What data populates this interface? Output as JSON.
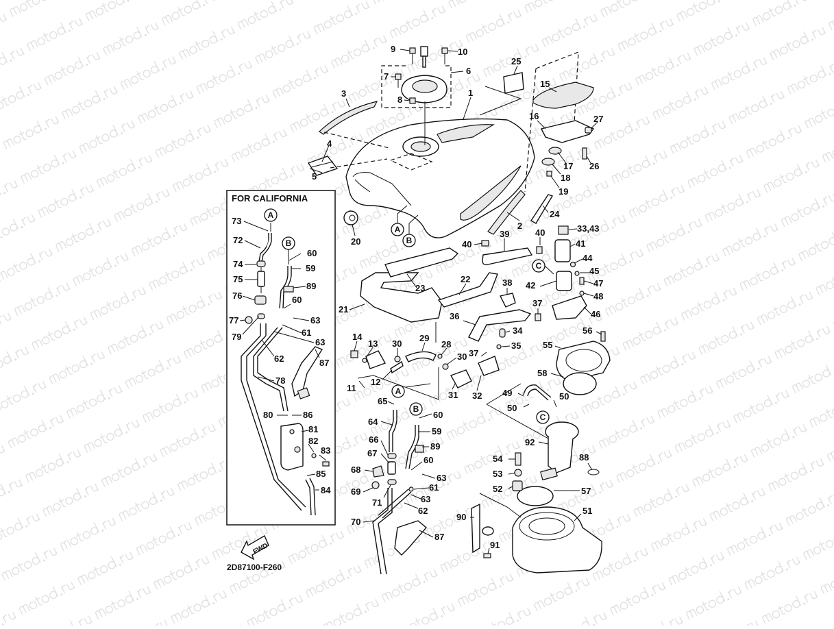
{
  "watermark": "motod.ru",
  "inset": {
    "title": "FOR CALIFORNIA",
    "callouts": [
      "73",
      "72",
      "74",
      "75",
      "76",
      "77",
      "79",
      "60",
      "59",
      "89",
      "60",
      "63",
      "61",
      "63",
      "62",
      "87",
      "78",
      "80",
      "86",
      "81",
      "82",
      "83",
      "85",
      "84"
    ],
    "refs": [
      "A",
      "B"
    ]
  },
  "main": {
    "callouts": [
      "9",
      "10",
      "6",
      "7",
      "8",
      "3",
      "1",
      "25",
      "15",
      "16",
      "27",
      "17",
      "26",
      "18",
      "19",
      "24",
      "4",
      "5",
      "2",
      "20",
      "40",
      "39",
      "40",
      "33,43",
      "41",
      "44",
      "45",
      "47",
      "48",
      "42",
      "46",
      "38",
      "37",
      "36",
      "23",
      "22",
      "21",
      "14",
      "13",
      "30",
      "29",
      "28",
      "30",
      "34",
      "35",
      "37",
      "55",
      "56",
      "58",
      "12",
      "11",
      "31",
      "32",
      "49",
      "50",
      "50",
      "65",
      "60",
      "64",
      "59",
      "66",
      "89",
      "67",
      "60",
      "63",
      "68",
      "69",
      "71",
      "61",
      "63",
      "62",
      "70",
      "87",
      "92",
      "54",
      "88",
      "53",
      "52",
      "57",
      "90",
      "51",
      "91"
    ],
    "refs": [
      "A",
      "B",
      "C",
      "A",
      "B",
      "C"
    ]
  },
  "fwd_label": "FWD",
  "drawing_code": "2D87100-F260",
  "colors": {
    "line": "#111111",
    "watermark": "#d6d6d6",
    "background": "#ffffff"
  }
}
